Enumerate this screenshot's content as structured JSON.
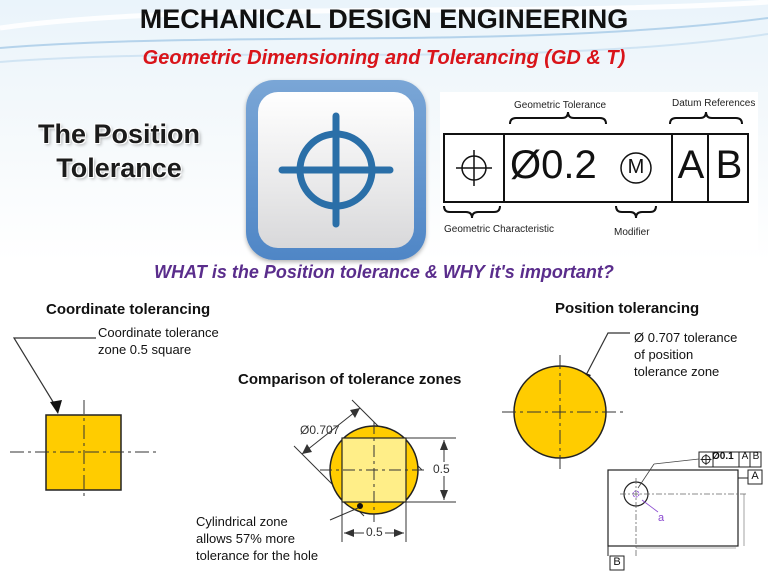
{
  "slide": {
    "title": "MECHANICAL DESIGN ENGINEERING",
    "subtitle": "Geometric Dimensioning and Tolerancing (GD & T)",
    "section_title_line1": "The Position",
    "section_title_line2": "Tolerance",
    "question": "WHAT is the Position tolerance & WHY it's important?"
  },
  "feature_control_frame": {
    "label_geometric_tolerance": "Geometric Tolerance",
    "label_datum_references": "Datum References",
    "label_geometric_characteristic": "Geometric Characteristic",
    "label_modifier": "Modifier",
    "tolerance_value": "Ø0.2",
    "modifier_symbol": "M",
    "datum_a": "A",
    "datum_b": "B"
  },
  "coordinate": {
    "heading": "Coordinate tolerancing",
    "note_line1": "Coordinate tolerance",
    "note_line2": "zone 0.5 square"
  },
  "comparison": {
    "heading": "Comparison of tolerance zones",
    "diameter_label": "Ø0.707",
    "height_label": "0.5",
    "width_label": "0.5",
    "note_line1": "Cylindrical zone",
    "note_line2": "allows 57% more",
    "note_line3": "tolerance for the hole"
  },
  "position": {
    "heading": "Position tolerancing",
    "note_line1": "Ø 0.707 tolerance",
    "note_line2": "of position",
    "note_line3": "tolerance zone"
  },
  "drawing": {
    "fcf_text": "⌖ Ø0.1 A B",
    "fcf_value": "Ø0.1",
    "datum_a": "A",
    "datum_b": "B",
    "leader_label": "a"
  },
  "colors": {
    "title": "#111111",
    "subtitle": "#d9141a",
    "question": "#5a2d8c",
    "zone_fill": "#ffcc00",
    "zone_inner_fill": "#ffee88",
    "icon_blue": "#2a6fa8"
  }
}
